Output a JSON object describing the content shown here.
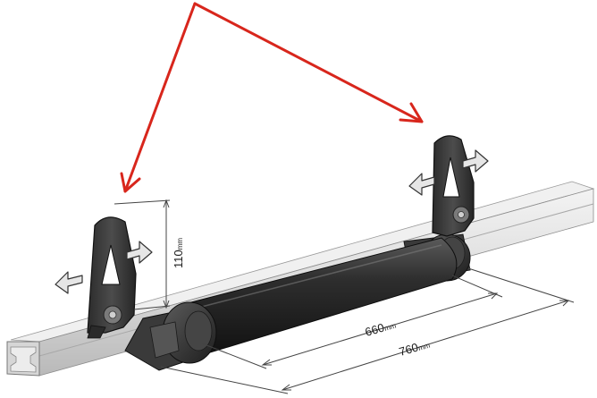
{
  "dimensions": {
    "height": {
      "value": "110",
      "unit": "mm"
    },
    "roller_length": {
      "value": "660",
      "unit": "mm"
    },
    "overall_length": {
      "value": "760",
      "unit": "mm"
    }
  },
  "colors": {
    "arrow": "#d8261c",
    "bar": "#e2e2e2",
    "roller": "#2a2a2a",
    "bracket": "#3a3a3a",
    "dimension_line": "#444444"
  },
  "icons": [
    "double-arrow-left-icon",
    "double-arrow-right-icon",
    "red-pointer-arrow"
  ]
}
